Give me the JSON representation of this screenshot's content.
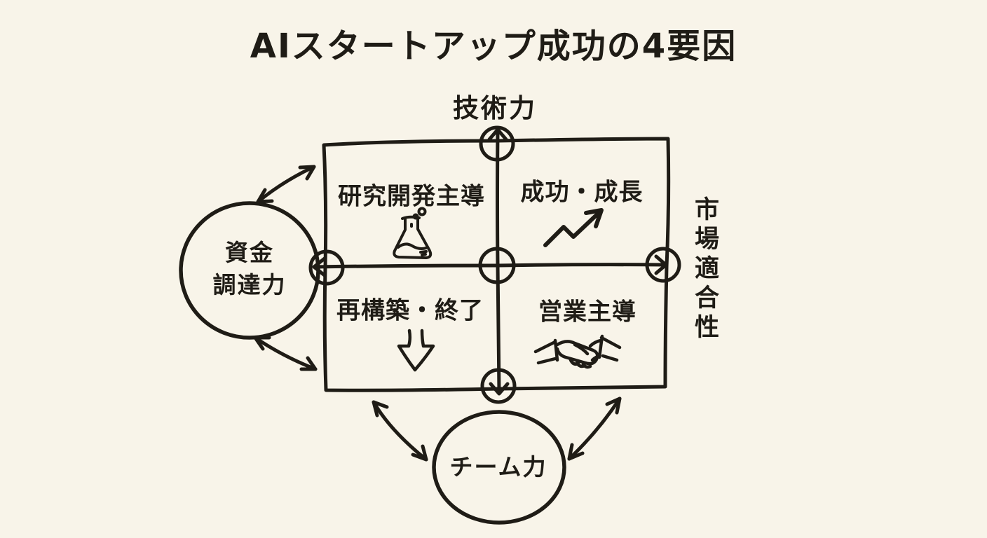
{
  "title": "AIスタートアップ成功の4要因",
  "colors": {
    "background": "#f8f4e9",
    "ink": "#1f1c16"
  },
  "axes": {
    "top_label": "技術力",
    "right_label": "市場適合性"
  },
  "nodes": {
    "funding": {
      "line1": "資金",
      "line2": "調達力"
    },
    "team": {
      "label": "チーム力"
    }
  },
  "quadrants": {
    "top_left": {
      "label": "研究開発主導",
      "icon": "flask-icon"
    },
    "top_right": {
      "label": "成功・成長",
      "icon": "growth-arrow-icon"
    },
    "bottom_left": {
      "label": "再構築・終了",
      "icon": "hollow-down-arrow-icon"
    },
    "bottom_right": {
      "label": "営業主導",
      "icon": "handshake-icon"
    }
  }
}
